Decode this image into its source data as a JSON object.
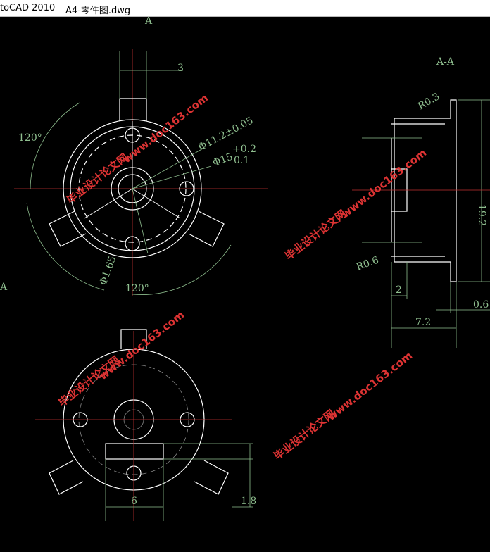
{
  "window": {
    "app_title": "toCAD 2010",
    "file_title": "A4-零件图.dwg"
  },
  "drawing": {
    "section_label_top": "A",
    "section_label_left": "A",
    "section_view_title": "A-A",
    "dims": {
      "width_top": "3",
      "angle_left": "120°",
      "angle_bottom": "120°",
      "dia_11": "Φ11.2±0.05",
      "dia_15": "Φ15",
      "tol_upper": "+0.2",
      "tol_lower": "0.1",
      "dia_1_65": "Φ1.65",
      "r_0_3": "R0.3",
      "r_0_6": "R0.6",
      "height_19_2": "19.2",
      "dim_2": "2",
      "dim_7_2": "7.2",
      "dim_0_6": "0.6",
      "dim_6": "6",
      "dim_1_8": "1.8"
    },
    "watermark_cn": "毕业设计论文网",
    "watermark_url": "www.doc163.com"
  },
  "colors": {
    "outline": "#ffffff",
    "dimension": "#8fbf8f",
    "centerline": "#c03030",
    "watermark": "#d33333"
  }
}
